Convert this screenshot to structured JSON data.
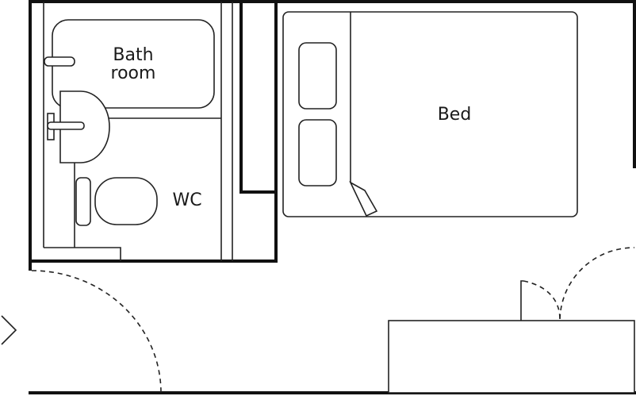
{
  "labels": {
    "bathroom_line1": "Bath",
    "bathroom_line2": "room",
    "wc": "WC",
    "bed": "Bed"
  }
}
